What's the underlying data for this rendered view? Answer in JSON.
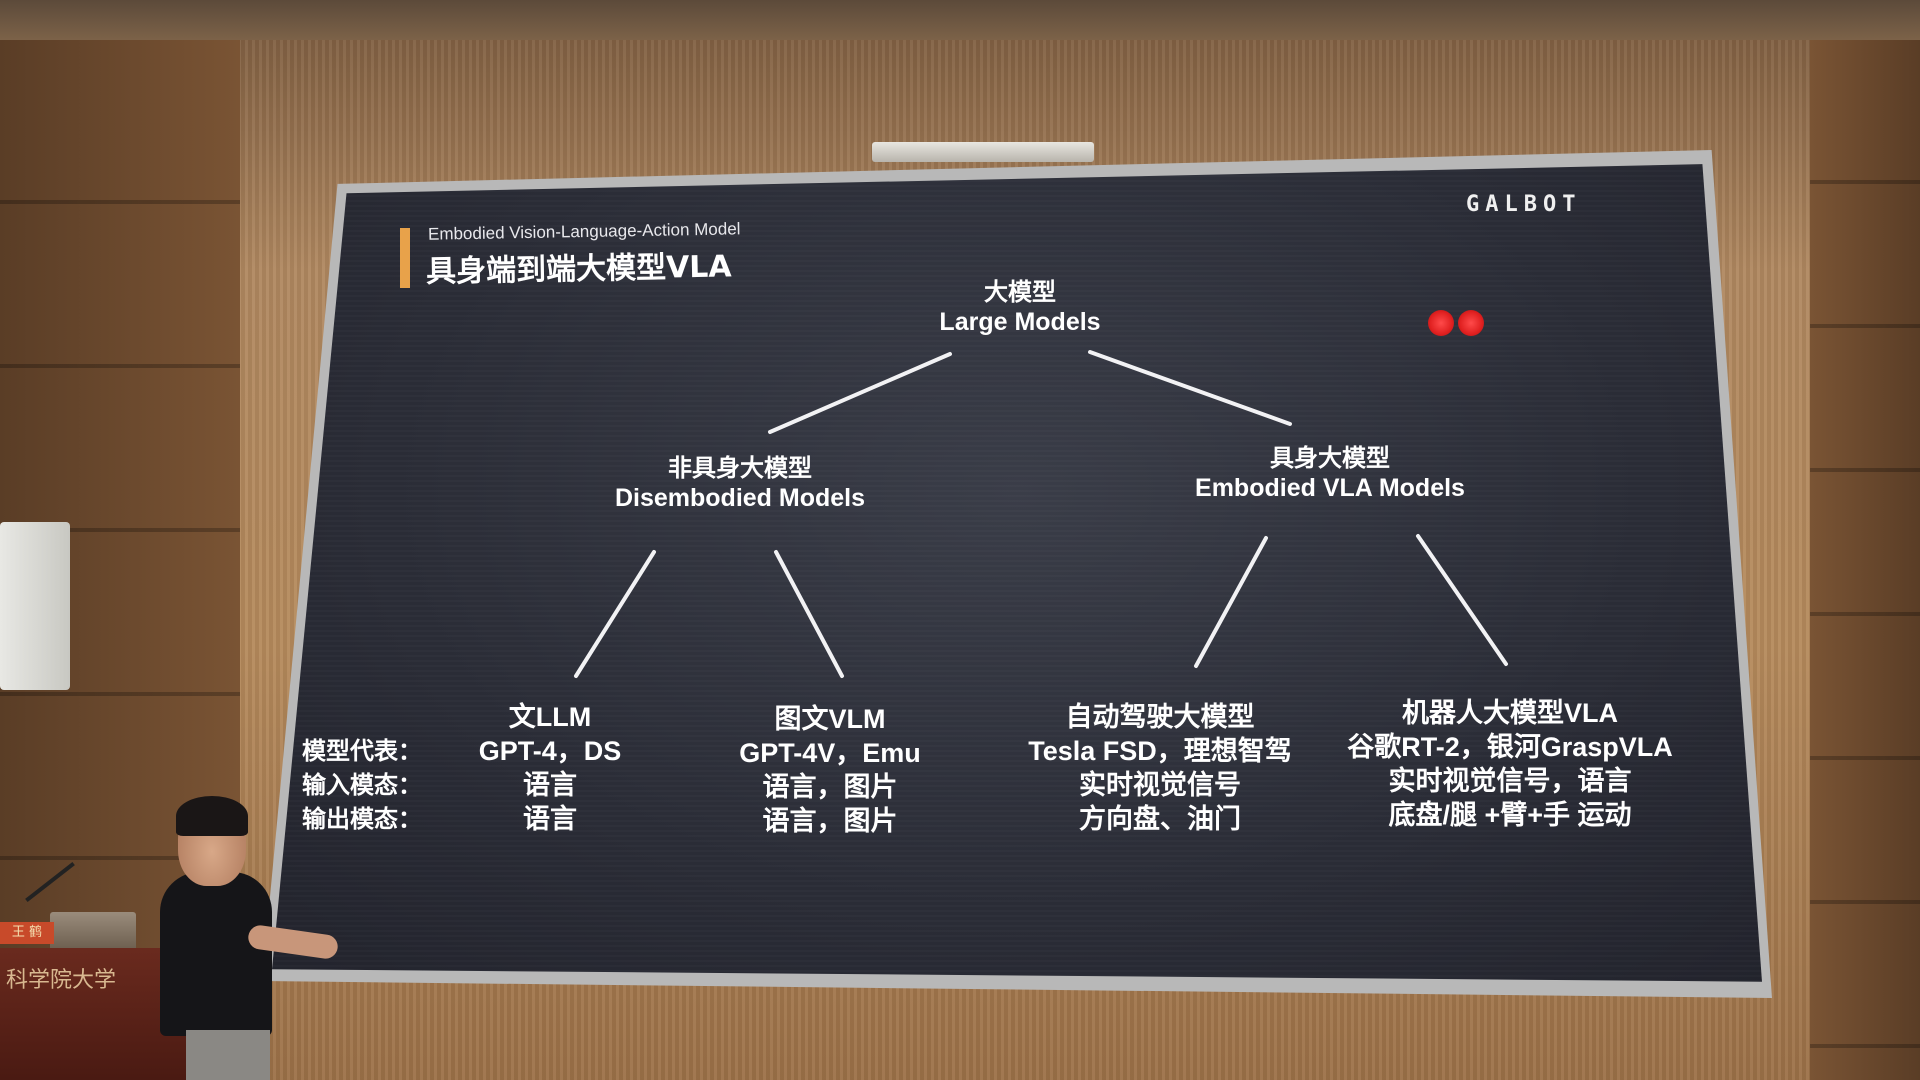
{
  "slide": {
    "subtitle_en": "Embodied Vision-Language-Action Model",
    "title_cn": "具身端到端大模型VLA",
    "logo": "GALBOT"
  },
  "tree": {
    "root": {
      "cn": "大模型",
      "en": "Large Models"
    },
    "left": {
      "cn": "非具身大模型",
      "en": "Disembodied Models"
    },
    "right": {
      "cn": "具身大模型",
      "en": "Embodied VLA Models"
    }
  },
  "row_labels": [
    "模型代表：",
    "输入模态：",
    "输出模态："
  ],
  "leaves": [
    {
      "title": "文LLM",
      "examples": "GPT-4，DS",
      "input": "语言",
      "output": "语言"
    },
    {
      "title": "图文VLM",
      "examples": "GPT-4V，Emu",
      "input": "语言，图片",
      "output": "语言，图片"
    },
    {
      "title": "自动驾驶大模型",
      "examples": "Tesla FSD，理想智驾",
      "input": "实时视觉信号",
      "output": "方向盘、油门"
    },
    {
      "title": "机器人大模型VLA",
      "examples": "谷歌RT-2，银河GraspVLA",
      "input": "实时视觉信号，语言",
      "output": "底盘/腿 +臂+手 运动"
    }
  ],
  "podium": {
    "nameplate": "王 鹤",
    "front_text": "科学院大学"
  },
  "icons": [
    "record-dot-icon",
    "record-dot-icon"
  ],
  "colors": {
    "accent": "#e8a24a",
    "screen": "#2a2c36",
    "record": "#e02020"
  }
}
